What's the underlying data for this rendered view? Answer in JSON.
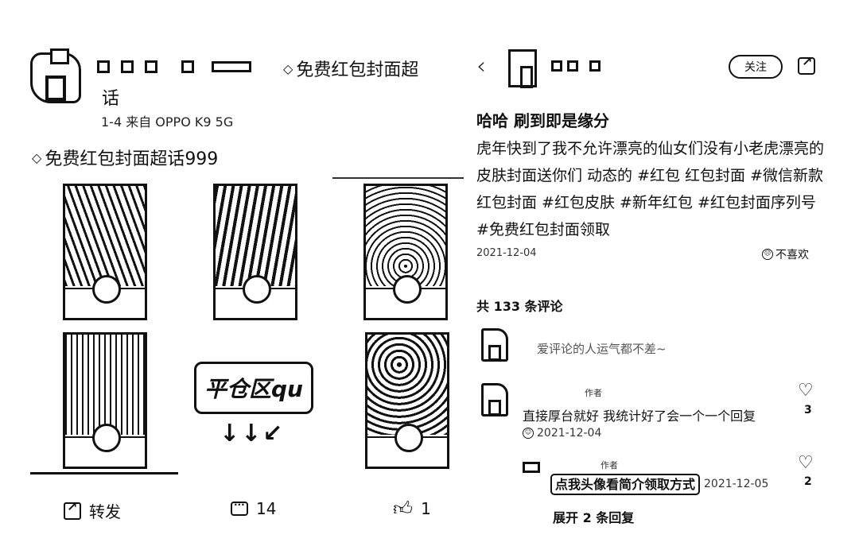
{
  "left": {
    "post_title_line1": "免费红包封面超",
    "post_title_line2": "话",
    "meta": "1-4  来自 OPPO K9 5G",
    "topic": "免费红包封面超话999",
    "gem_icon": "◇",
    "promo_label": "平仓区qu",
    "arrows": "↓↓↙",
    "actions": {
      "share_label": "转发",
      "comment_count": "14",
      "like_count": "1"
    }
  },
  "right": {
    "back": "‹",
    "follow_label": "关注",
    "title": "哈哈 刷到即是缘分",
    "body": "虎年快到了我不允许漂亮的仙女们没有小老虎漂亮的皮肤封面送你们 动态的 #红包 红包封面 #微信新款红包封面 #红包皮肤 #新年红包 #红包封面序列号 #免费红包封面领取",
    "date": "2021-12-04",
    "dislike_label": "不喜欢",
    "comment_count_label": "共 133 条评论",
    "input_hint": "爱评论的人运气都不差~",
    "comments": [
      {
        "author_tag": "作者",
        "text": "直接厚台就好 我统计好了会一个一个回复",
        "date": "2021-12-04",
        "likes": "3"
      },
      {
        "author_tag": "作者",
        "text": "点我头像看简介领取方式",
        "date": "2021-12-05",
        "likes": "2"
      }
    ],
    "expand_label": "展开 2 条回复"
  }
}
